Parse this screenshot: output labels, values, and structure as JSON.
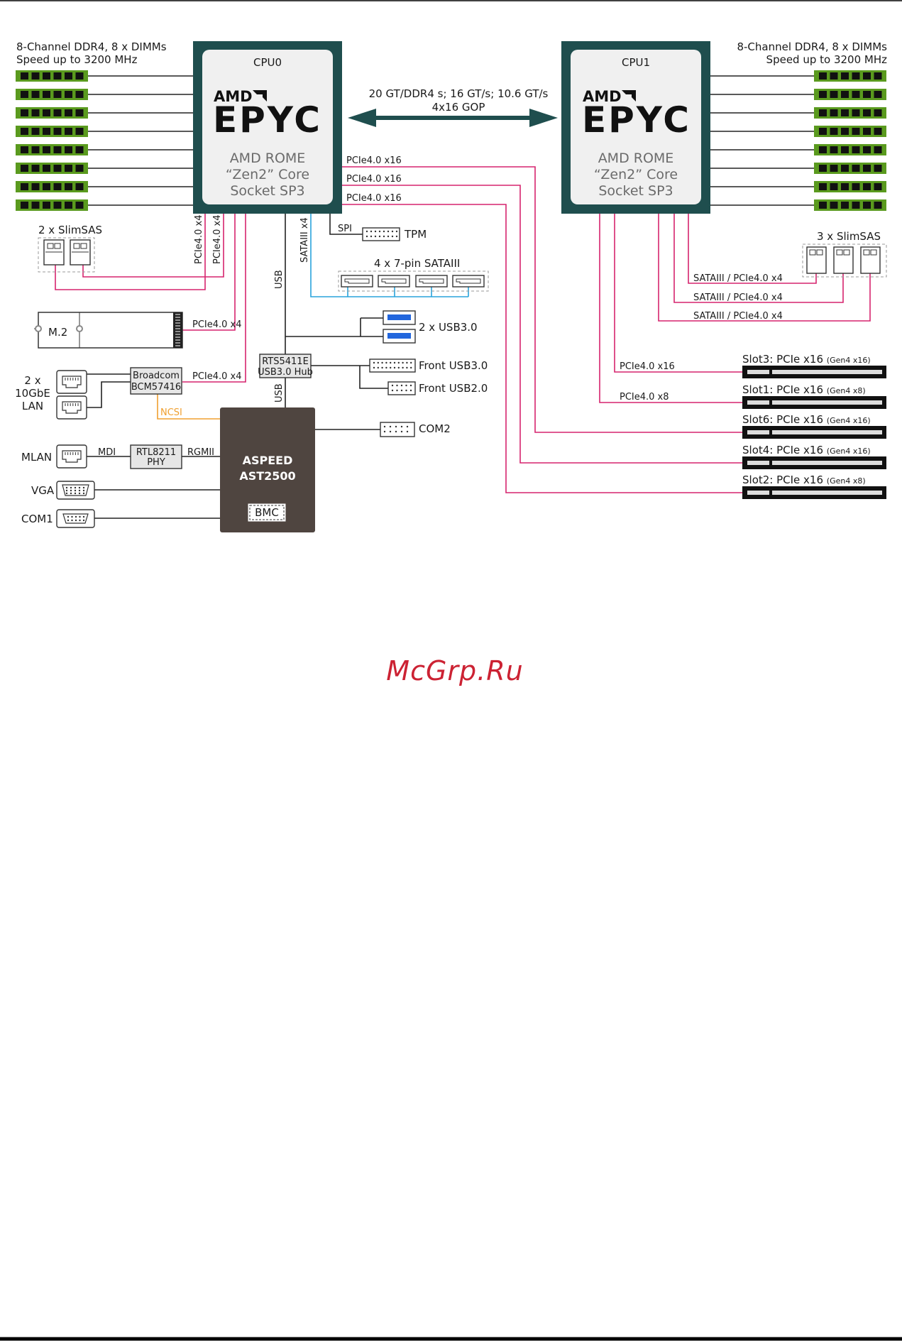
{
  "cpu0": {
    "label": "CPU0",
    "brand": "AMD",
    "product": "EPYC",
    "line1": "AMD ROME",
    "line2": "“Zen2” Core",
    "line3": "Socket SP3"
  },
  "cpu1": {
    "label": "CPU1",
    "brand": "AMD",
    "product": "EPYC",
    "line1": "AMD ROME",
    "line2": "“Zen2” Core",
    "line3": "Socket SP3"
  },
  "memory_left": {
    "line1": "8-Channel DDR4, 8 x DIMMs",
    "line2": "Speed up to 3200 MHz"
  },
  "memory_right": {
    "line1": "8-Channel DDR4, 8 x DIMMs",
    "line2": "Speed up to 3200 MHz"
  },
  "interconnect": {
    "line1": "20 GT/DDR4 s; 16 GT/s; 10.6 GT/s",
    "line2": "4x16 GOP"
  },
  "cpu0_links": {
    "pcie_a": "PCIe4.0 x16",
    "pcie_b": "PCIe4.0 x16",
    "pcie_c": "PCIe4.0 x16",
    "slimsas_link_1": "PCIe4.0 x4",
    "slimsas_link_2": "PCIe4.0 x4",
    "sata": "SATAIII x4",
    "usb_upper": "USB",
    "usb_lower": "USB",
    "spi": "SPI"
  },
  "left_components": {
    "slimsas": "2 x SlimSAS",
    "m2": "M.2",
    "m2_link": "PCIe4.0 x4",
    "lan": [
      "2 x",
      "10GbE",
      "LAN"
    ],
    "nic": [
      "Broadcom",
      "BCM57416"
    ],
    "nic_link": "PCIe4.0 x4",
    "ncsi": "NCSI",
    "mlan": "MLAN",
    "mdi": "MDI",
    "phy": [
      "RTL8211",
      "PHY"
    ],
    "rgmii": "RGMII",
    "vga": "VGA",
    "com1": "COM1"
  },
  "center_components": {
    "tpm": "TPM",
    "sata_ports": "4 x 7-pin SATAIII",
    "usb30": "2 x USB3.0",
    "hub": [
      "RTS5411E",
      "USB3.0 Hub"
    ],
    "front_usb30": "Front USB3.0",
    "front_usb20": "Front USB2.0",
    "com2": "COM2",
    "bmc_chip": [
      "ASPEED",
      "AST2500"
    ],
    "bmc": "BMC"
  },
  "right_components": {
    "slimsas": "3 x SlimSAS",
    "slimsas_links": [
      "SATAIII / PCIe4.0 x4",
      "SATAIII / PCIe4.0 x4",
      "SATAIII / PCIe4.0 x4"
    ],
    "slot3_link": "PCIe4.0 x16",
    "slot1_link": "PCIe4.0 x8",
    "slots": [
      {
        "name": "Slot3: PCIe x16",
        "gen": "(Gen4 x16)"
      },
      {
        "name": "Slot1: PCIe x16",
        "gen": "(Gen4 x8)"
      },
      {
        "name": "Slot6: PCIe x16",
        "gen": "(Gen4 x16)"
      },
      {
        "name": "Slot4: PCIe x16",
        "gen": "(Gen4 x16)"
      },
      {
        "name": "Slot2: PCIe x16",
        "gen": "(Gen4 x8)"
      }
    ]
  },
  "watermark": "McGrp.Ru",
  "colors": {
    "cpu_frame": "#1f4e4e",
    "pcie_line": "#d6246e",
    "sata_line": "#29a3dc",
    "ncsi_line": "#f0a030",
    "dimm": "#5a9a1e",
    "bmc": "#4f4540"
  }
}
